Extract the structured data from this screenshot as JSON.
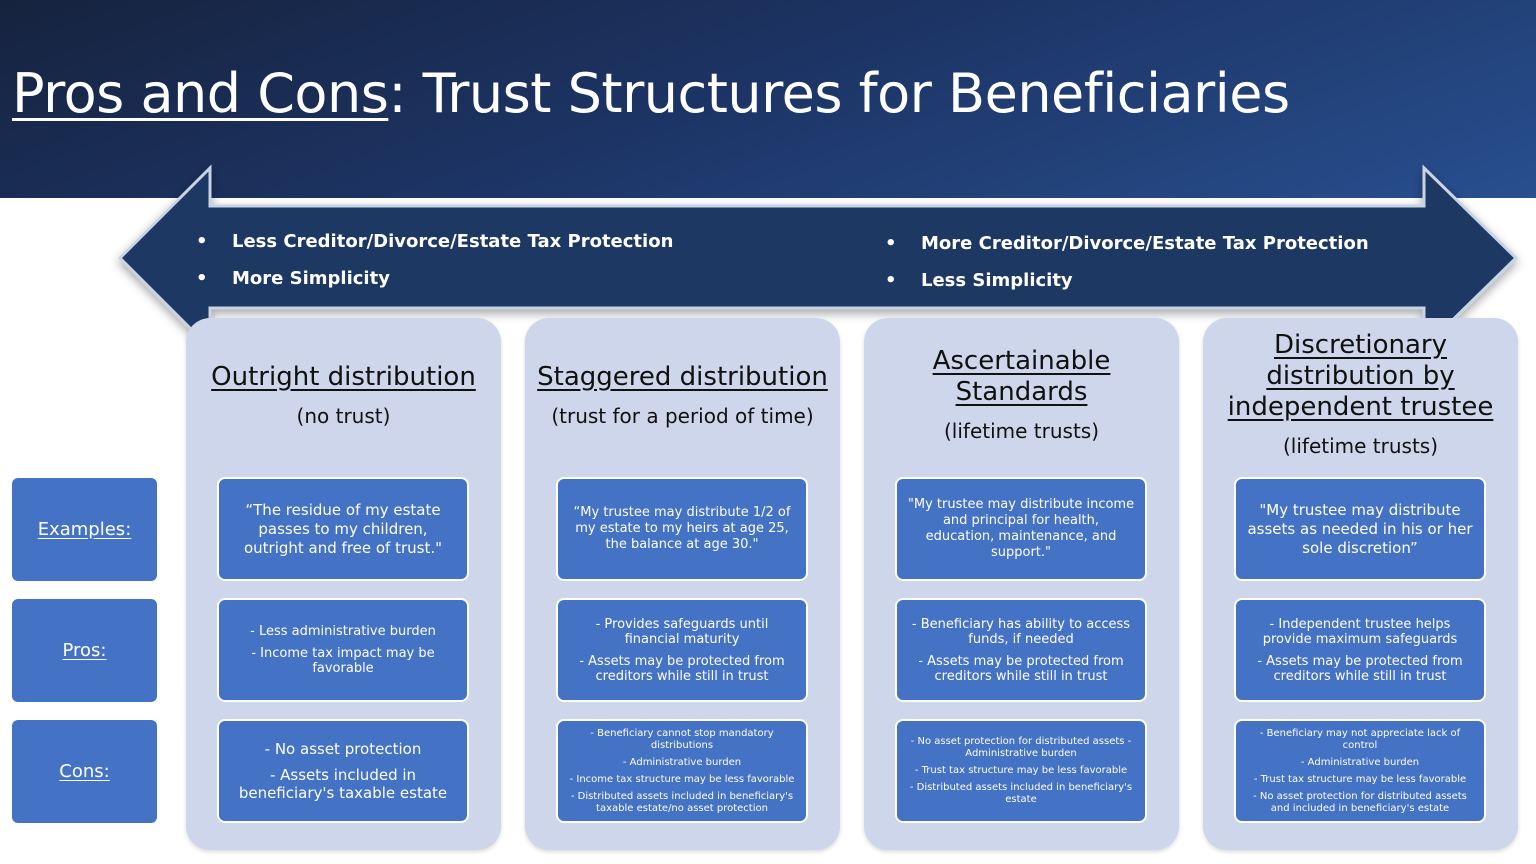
{
  "title": {
    "underlined": "Pros and Cons",
    "rest": ": Trust Structures for Beneficiaries"
  },
  "arrow": {
    "left_bullets": [
      "Less Creditor/Divorce/Estate Tax Protection",
      "More Simplicity"
    ],
    "right_bullets": [
      "More Creditor/Divorce/Estate Tax Protection",
      "Less Simplicity"
    ],
    "bullet_char": "•"
  },
  "row_labels": {
    "examples": "Examples:",
    "pros": "Pros:",
    "cons": "Cons:"
  },
  "columns": [
    {
      "title": [
        "Outright distribution"
      ],
      "subtitle": "(no trust)",
      "example": [
        "“The residue of my estate passes to my children, outright and free of trust.\""
      ],
      "pros": [
        "- Less administrative burden",
        "- Income tax impact may be favorable"
      ],
      "cons": [
        "- No asset protection",
        "- Assets included in beneficiary's taxable estate"
      ]
    },
    {
      "title": [
        "Staggered distribution"
      ],
      "subtitle": "(trust for a period of time)",
      "example": [
        "“My trustee may distribute 1/2 of my estate to my heirs at age 25, the balance at age 30.\""
      ],
      "pros": [
        "- Provides safeguards until financial maturity",
        "- Assets may be protected from creditors while still in trust"
      ],
      "cons": [
        "- Beneficiary cannot stop mandatory distributions",
        "- Administrative burden",
        "- Income tax structure may be less favorable",
        "- Distributed assets included in beneficiary's taxable estate/no asset protection"
      ]
    },
    {
      "title": [
        "Ascertainable",
        "Standards"
      ],
      "subtitle": "(lifetime trusts)",
      "example": [
        "\"My trustee may distribute income and principal for health, education, maintenance, and support.\""
      ],
      "pros": [
        "- Beneficiary has ability to access funds, if needed",
        "- Assets may be protected from creditors while still in trust"
      ],
      "cons": [
        "- No asset protection for distributed assets - Administrative burden",
        "- Trust tax structure may be less favorable",
        "- Distributed assets included in beneficiary's estate"
      ]
    },
    {
      "title": [
        "Discretionary",
        "distribution by",
        "independent trustee"
      ],
      "subtitle": "(lifetime trusts)",
      "example": [
        "\"My trustee may distribute assets as needed in his or her sole discretion”"
      ],
      "pros": [
        "- Independent trustee helps provide maximum safeguards",
        "- Assets may be protected from creditors while still in trust"
      ],
      "cons": [
        "- Beneficiary may not appreciate lack of control",
        "- Administrative burden",
        "- Trust tax structure may be less favorable",
        "- No asset protection for distributed assets and included in beneficiary's estate"
      ]
    }
  ],
  "colors": {
    "header_dark": "#16233e",
    "arrow": "#1f3864",
    "column_bg": "#cdd6ea",
    "box": "#4472c4",
    "text_light": "#ffffff"
  }
}
